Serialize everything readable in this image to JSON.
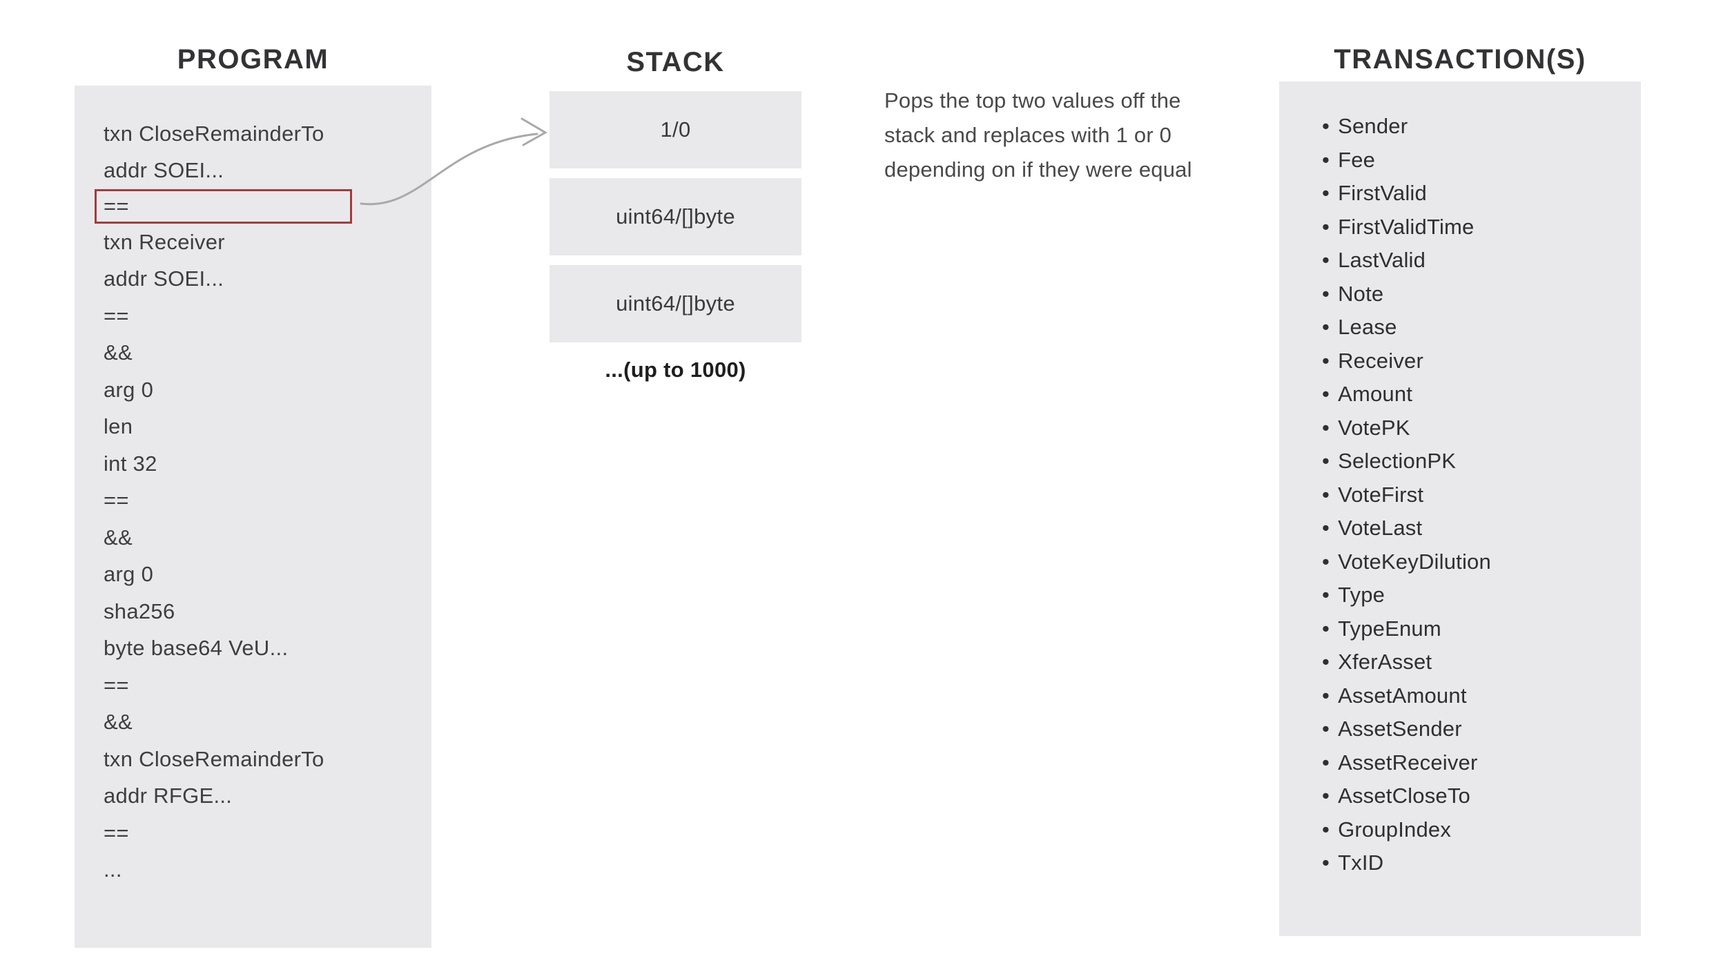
{
  "program": {
    "title": "PROGRAM",
    "lines": [
      "txn CloseRemainderTo",
      "addr SOEI...",
      "==",
      "txn Receiver",
      "addr SOEI...",
      "==",
      "&&",
      "arg 0",
      "len",
      "int 32",
      "==",
      "&&",
      "arg 0",
      "sha256",
      "byte base64 VeU...",
      "==",
      "&&",
      "txn CloseRemainderTo",
      "addr RFGE...",
      "==",
      "..."
    ],
    "highlighted_line_index": 2,
    "highlighted_line_text": "=="
  },
  "stack": {
    "title": "STACK",
    "boxes": [
      "1/0",
      "uint64/[]byte",
      "uint64/[]byte"
    ],
    "note": "...(up to 1000)"
  },
  "description": {
    "lines": [
      "Pops the top two values off the",
      "stack and replaces with 1 or 0",
      "depending on if they were equal"
    ]
  },
  "transactions": {
    "title": "TRANSACTION(S)",
    "bullet": "•",
    "items": [
      "Sender",
      "Fee",
      "FirstValid",
      "FirstValidTime",
      "LastValid",
      "Note",
      "Lease",
      "Receiver",
      "Amount",
      "VotePK",
      "SelectionPK",
      "VoteFirst",
      "VoteLast",
      "VoteKeyDilution",
      "Type",
      "TypeEnum",
      "XferAsset",
      "AssetAmount",
      "AssetSender",
      "AssetReceiver",
      "AssetCloseTo",
      "GroupIndex",
      "TxID"
    ]
  },
  "colors": {
    "panel_bg": "#e9e9ec",
    "text": "#3e3e40",
    "title": "#333335",
    "highlight_border": "#a63a3d",
    "arrow": "#a9a9a9"
  }
}
